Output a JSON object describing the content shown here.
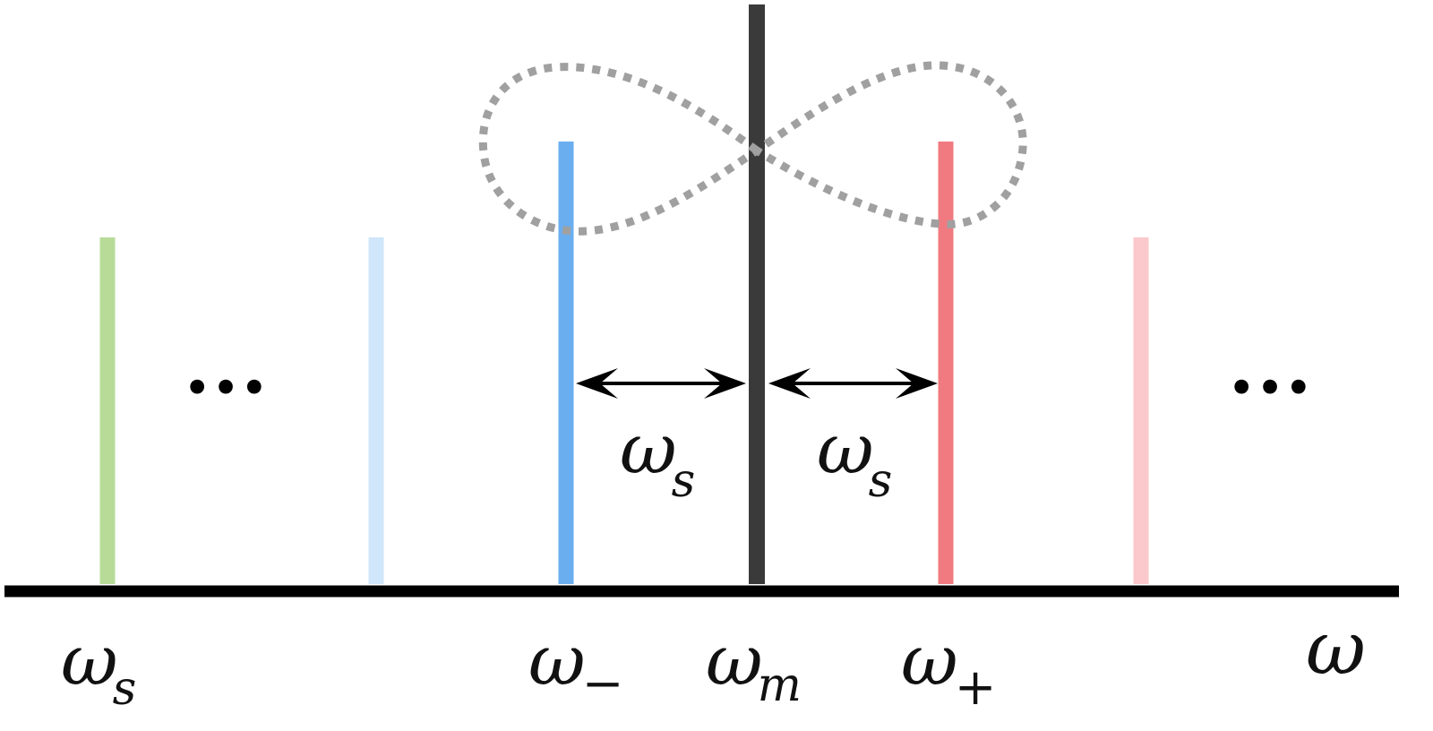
{
  "colors": {
    "background": "#ffffff",
    "axis": "#000000",
    "green_line": "#b8dc98",
    "light_blue_line": "#cfe6fb",
    "blue_line": "#6aaef0",
    "center_line": "#3a3a3a",
    "red_line": "#f07a80",
    "light_red_line": "#fbc8cb",
    "figure_eight": "#a0a0a0",
    "arrow": "#000000"
  },
  "axis_labels": {
    "omega_s_base": "ω",
    "omega_s_sub": "s",
    "omega_minus_base": "ω",
    "omega_minus_sub": "−",
    "omega_m_base": "ω",
    "omega_m_sub": "m",
    "omega_plus_base": "ω",
    "omega_plus_sub": "+",
    "omega_axis": "ω"
  },
  "spacing_labels": {
    "left_base": "ω",
    "left_sub": "s",
    "right_base": "ω",
    "right_sub": "s"
  },
  "ellipsis": {
    "left": "•••",
    "right": "•••"
  }
}
